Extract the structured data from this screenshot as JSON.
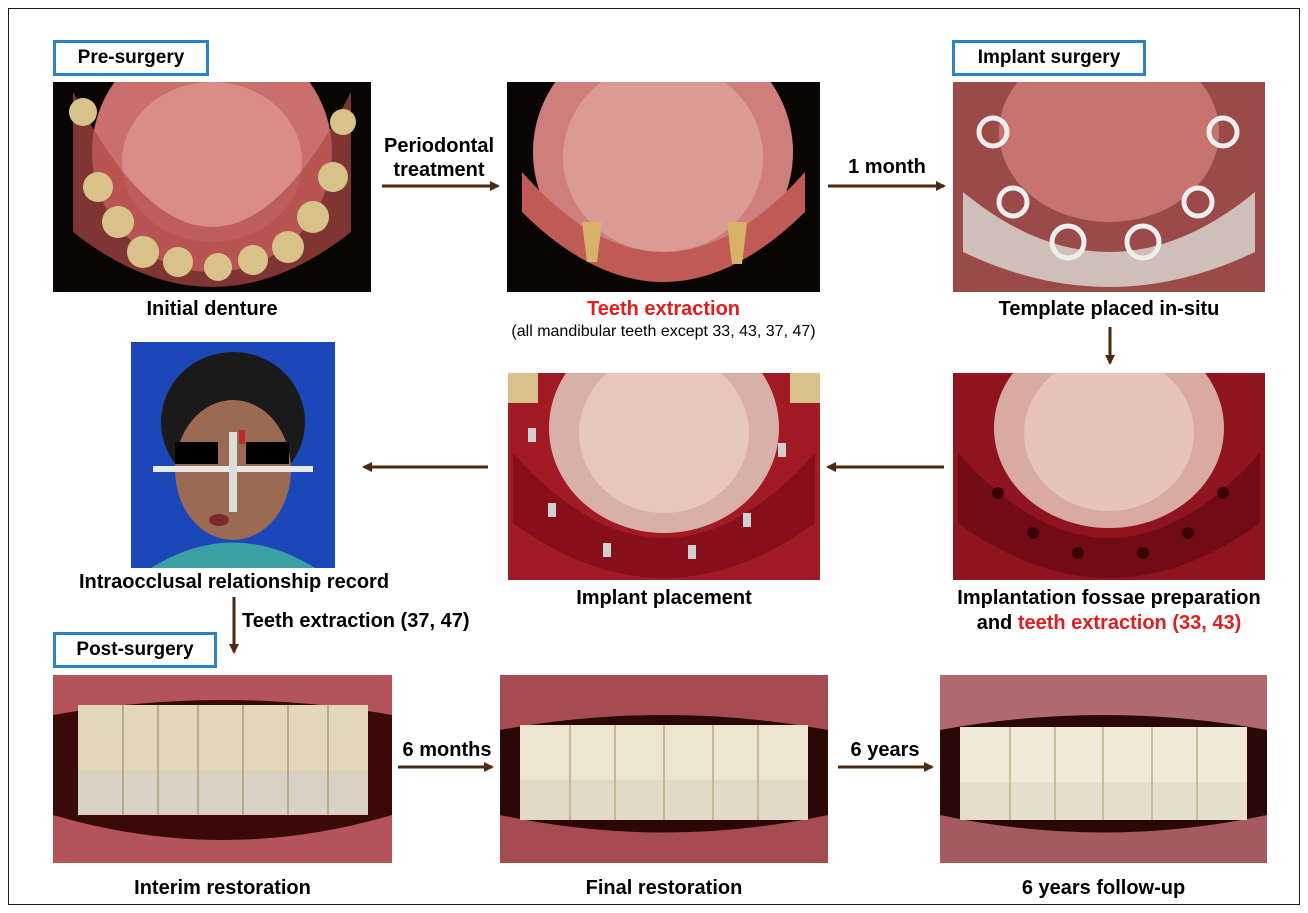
{
  "stages": {
    "pre_surgery": "Pre-surgery",
    "implant_surgery": "Implant surgery",
    "post_surgery": "Post-surgery"
  },
  "captions": {
    "initial_denture": "Initial denture",
    "teeth_extraction": "Teeth extraction",
    "teeth_extraction_detail": "(all mandibular teeth except 33, 43, 37, 47)",
    "template_placed": "Template placed in-situ",
    "intraocclusal": "Intraocclusal relationship record",
    "implant_placement": "Implant placement",
    "fossae_line1": "Implantation fossae preparation",
    "fossae_line2_prefix": "and ",
    "fossae_line2_red": "teeth extraction (33, 43)",
    "interim": "Interim restoration",
    "final": "Final restoration",
    "followup": "6 years follow-up"
  },
  "arrow_labels": {
    "periodontal_1": "Periodontal",
    "periodontal_2": "treatment",
    "one_month": "1 month",
    "extraction_37_47": "Teeth extraction (37, 47)",
    "six_months": "6 months",
    "six_years": "6 years"
  },
  "colors": {
    "stage_border": "#2b82c6",
    "arrow": "#4a2a12",
    "highlight_red": "#e31c1c"
  }
}
